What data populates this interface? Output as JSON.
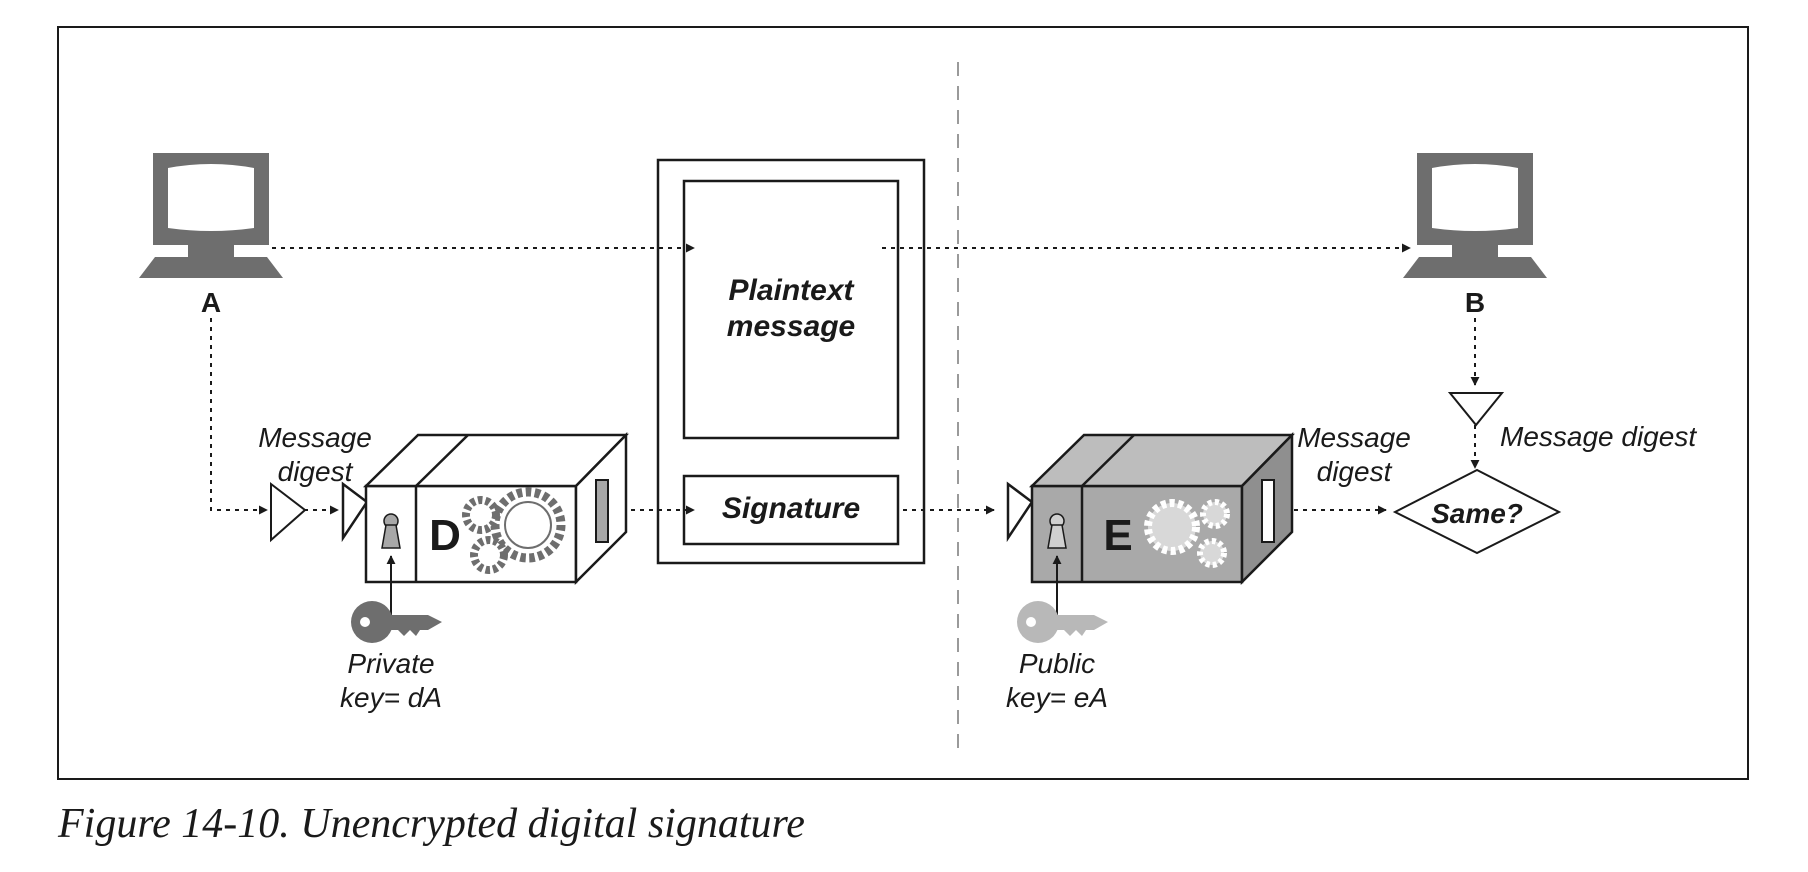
{
  "caption": "Figure 14-10. Unencrypted digital signature",
  "labels": {
    "computer_a": "A",
    "computer_b": "B",
    "plaintext_line1": "Plaintext",
    "plaintext_line2": "message",
    "signature": "Signature",
    "digest_left_line1": "Message",
    "digest_left_line2": "digest",
    "digest_right_line1": "Message",
    "digest_right_line2": "digest",
    "digest_b": "Message digest",
    "decision": "Same?",
    "box_d": "D",
    "box_e": "E",
    "private_key_line1": "Private",
    "private_key_line2": "key= dA",
    "public_key_line1": "Public",
    "public_key_line2": "key= eA"
  },
  "icons": {
    "computers": "monitor-icon",
    "gears": "gear-icon",
    "keys": "key-icon",
    "keyholes": "keyhole-icon"
  },
  "colors": {
    "computer": "#6e6e6e",
    "box_d_fill": "#ffffff",
    "box_e_fill": "#a9a9a9",
    "box_e_top": "#bdbdbd",
    "box_e_side": "#8f8f8f",
    "private_key": "#6e6e6e",
    "public_key": "#b8b8b8",
    "line": "#1a1a1a"
  }
}
